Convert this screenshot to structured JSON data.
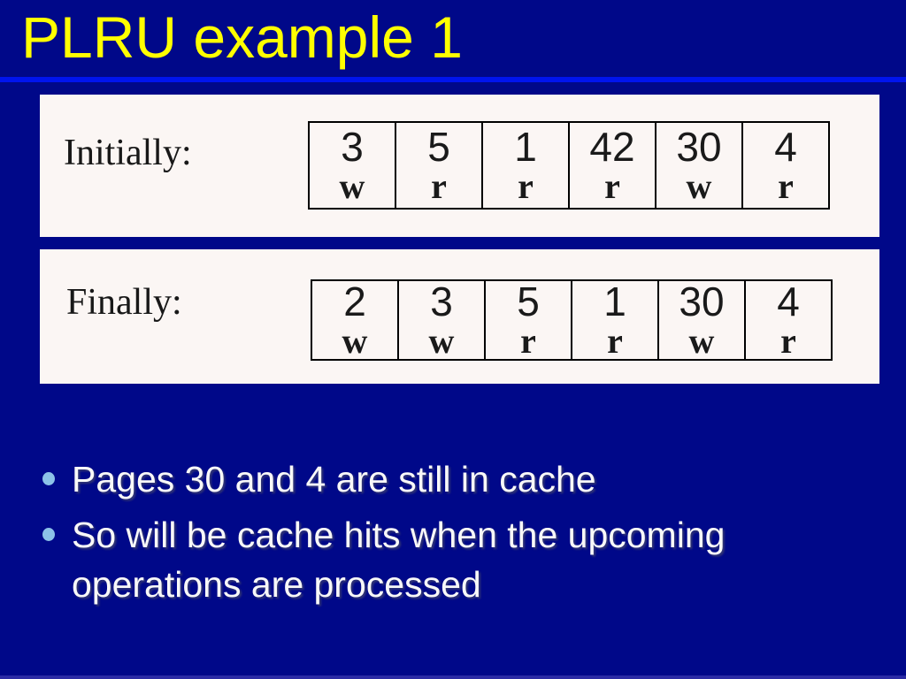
{
  "slide": {
    "title": "PLRU example 1"
  },
  "panels": [
    {
      "label": "Initially:",
      "cells": [
        {
          "page": "3",
          "op": "w"
        },
        {
          "page": "5",
          "op": "r"
        },
        {
          "page": "1",
          "op": "r"
        },
        {
          "page": "42",
          "op": "r"
        },
        {
          "page": "30",
          "op": "w"
        },
        {
          "page": "4",
          "op": "r"
        }
      ]
    },
    {
      "label": "Finally:",
      "cells": [
        {
          "page": "2",
          "op": "w"
        },
        {
          "page": "3",
          "op": "w"
        },
        {
          "page": "5",
          "op": "r"
        },
        {
          "page": "1",
          "op": "r"
        },
        {
          "page": "30",
          "op": "w"
        },
        {
          "page": "4",
          "op": "r"
        }
      ]
    }
  ],
  "bullets": [
    "Pages 30 and 4 are still in cache",
    "So will be cache hits when the upcoming operations are processed"
  ],
  "colors": {
    "background": "#000889",
    "title": "#FFFF00",
    "rule": "#0014EE",
    "panel_background": "#FBF6F4",
    "bullet_dot": "#8CC2E8",
    "body_text": "#F8F8F8"
  }
}
